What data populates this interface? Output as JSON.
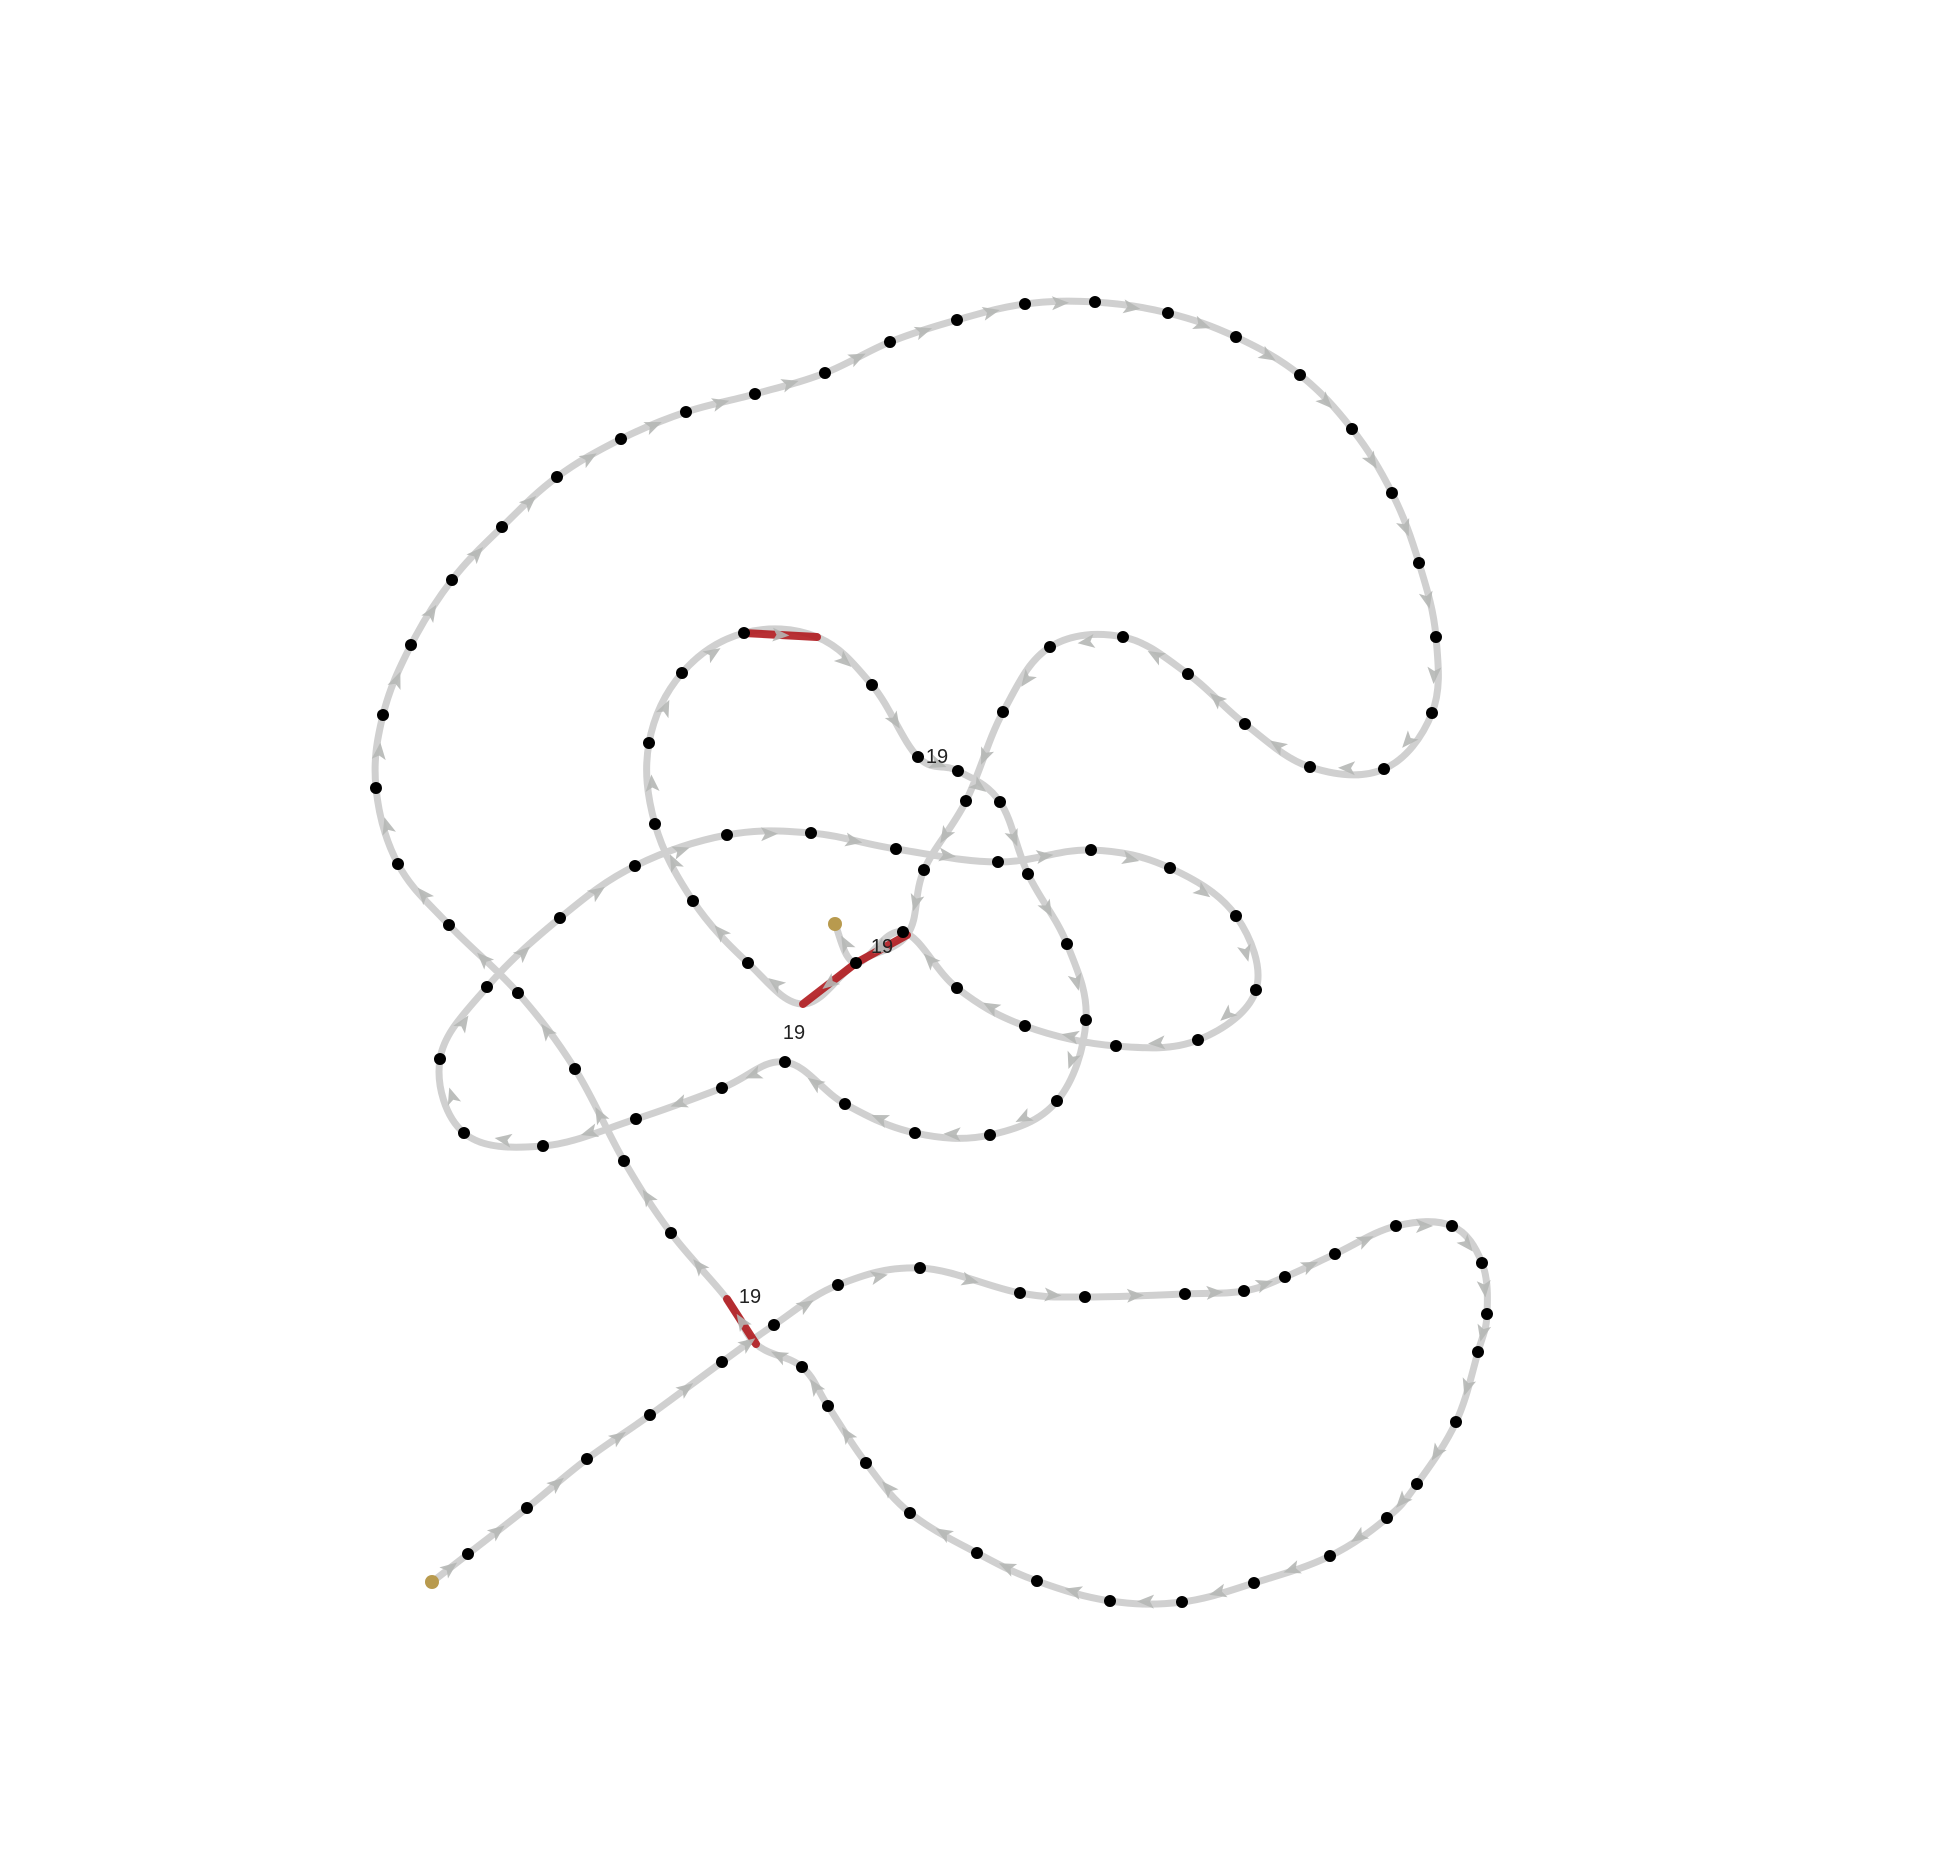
{
  "diagram": {
    "type": "directed-path-graph",
    "colors": {
      "background": "#ffffff",
      "edge": "#c8c8c8",
      "arrow": "#b5b7b5",
      "node": "#000000",
      "endpoint": "#b89a4e",
      "highlight": "#b0191e",
      "label": "#222222"
    },
    "highlight_labels": [
      "19",
      "19",
      "19",
      "19"
    ]
  }
}
